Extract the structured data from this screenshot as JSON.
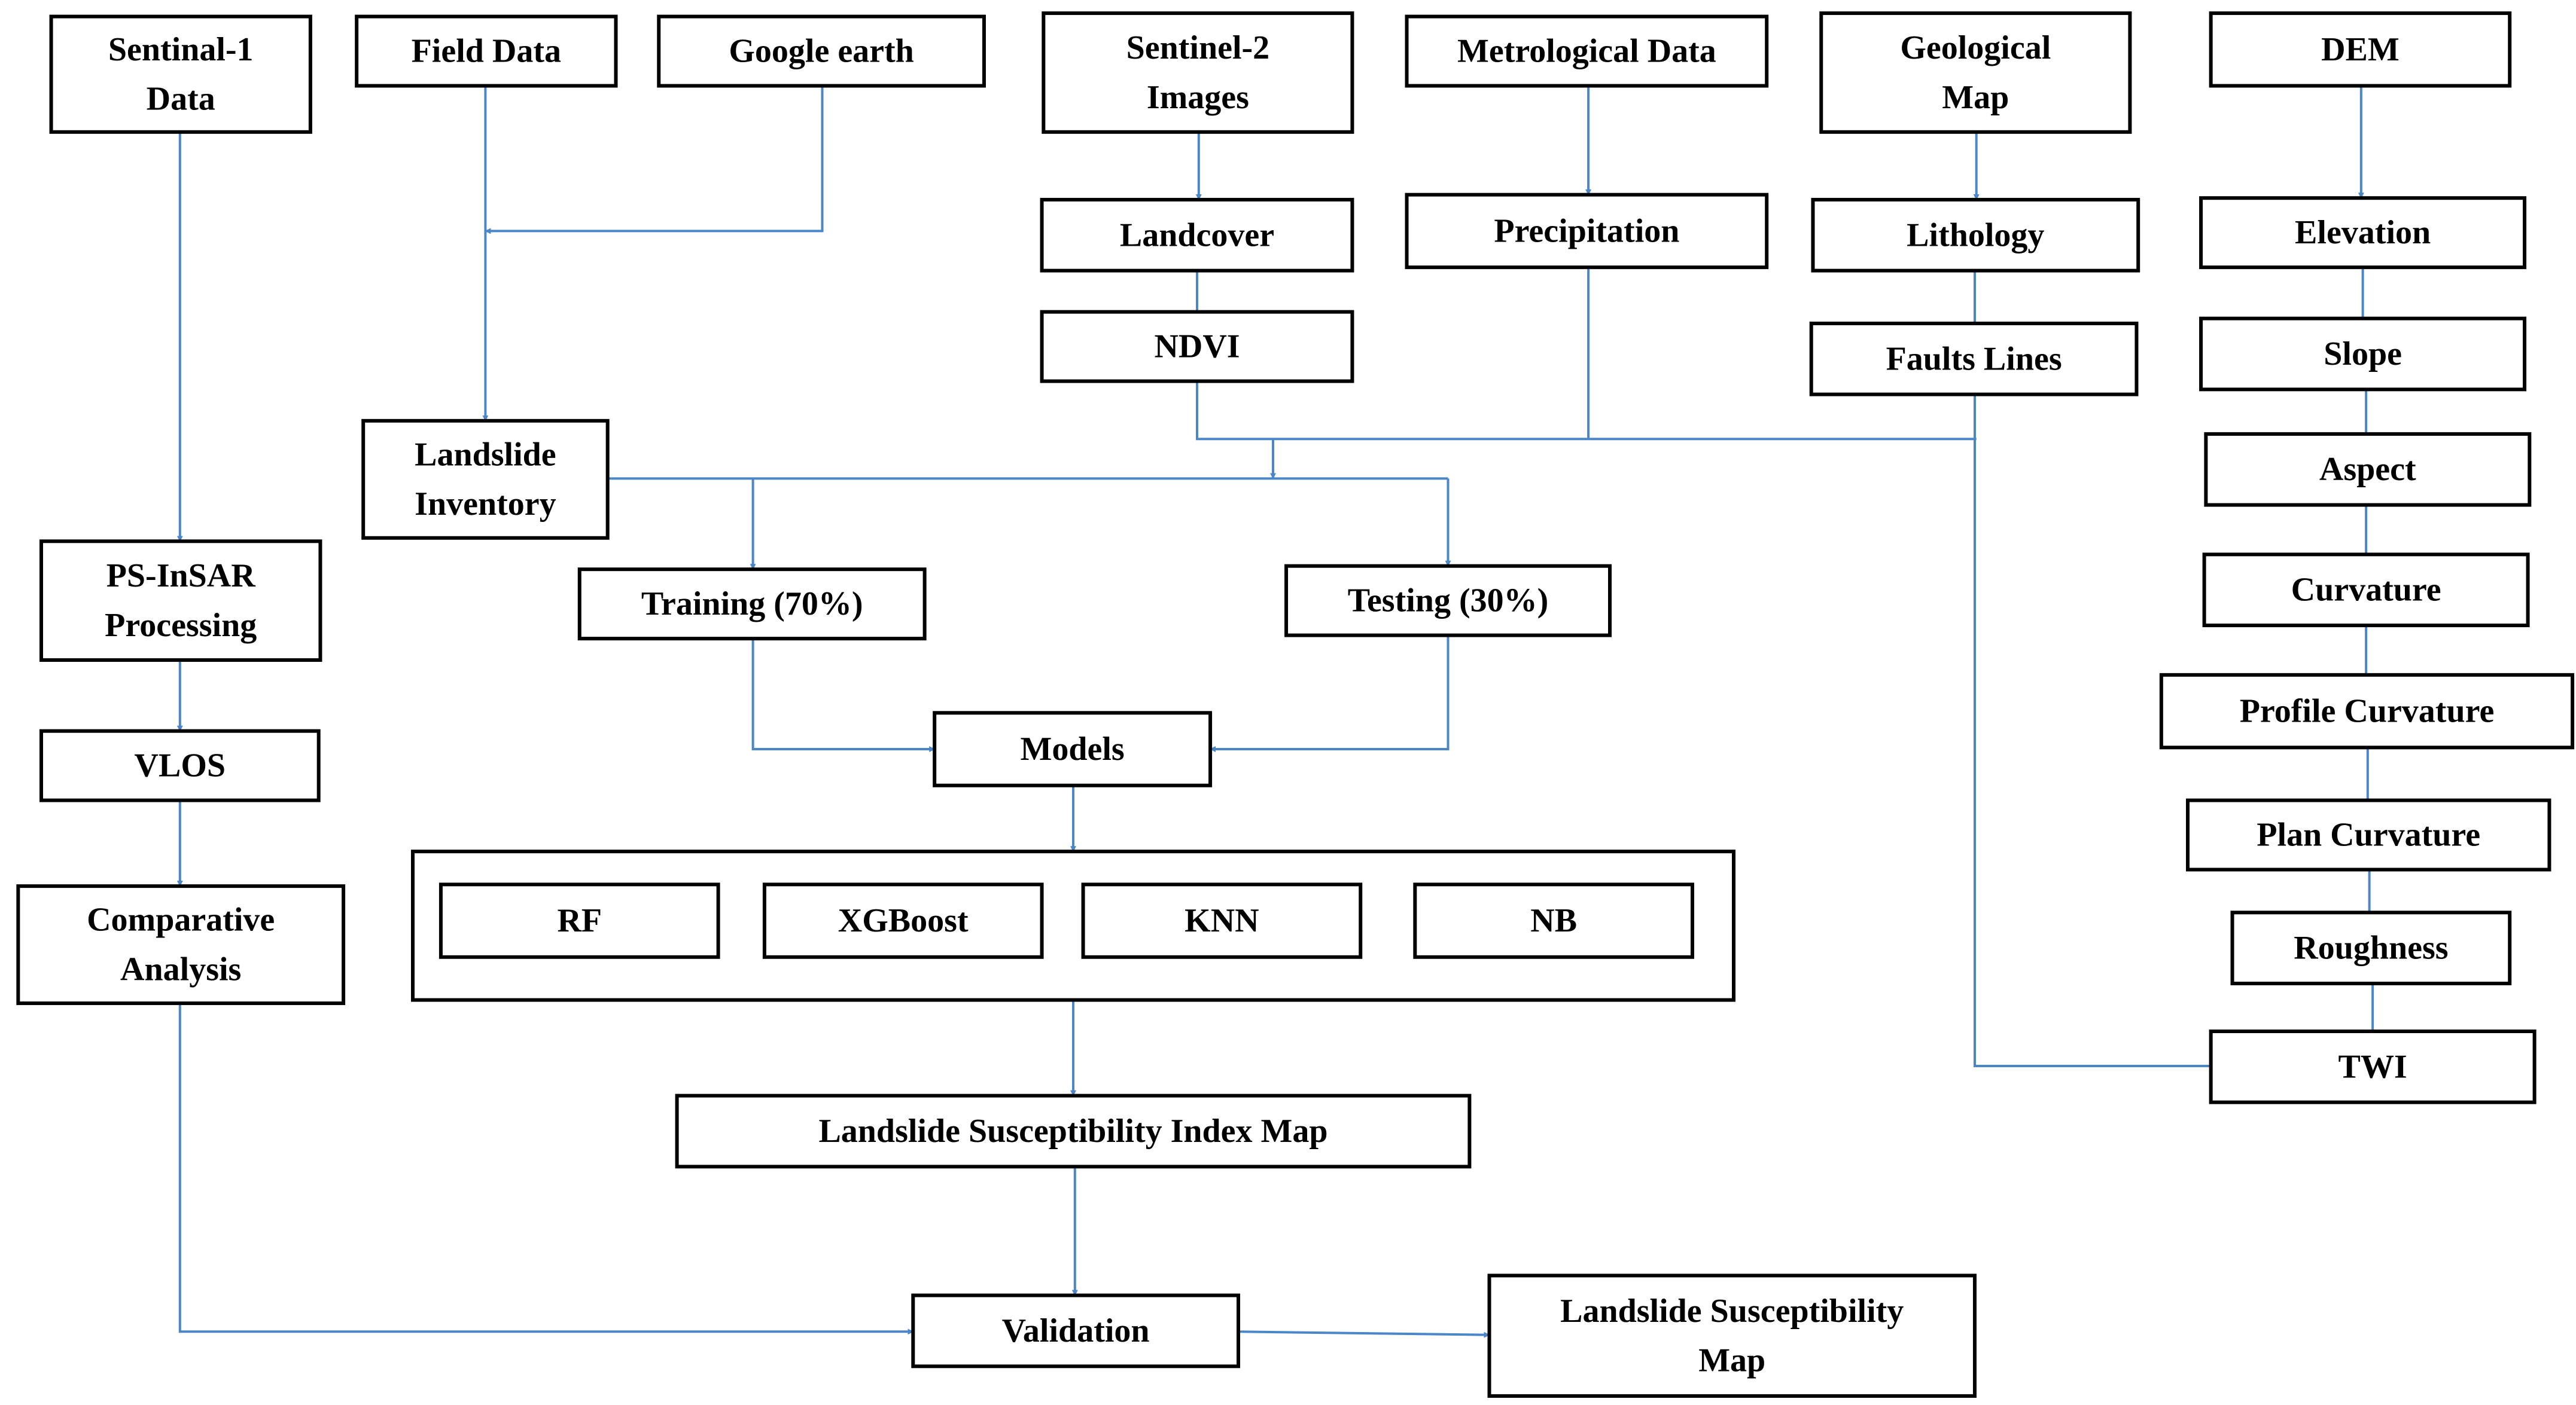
{
  "colors": {
    "connector": "#4a86c8",
    "box_border": "#000000",
    "text": "#000000",
    "background": "#ffffff"
  },
  "nodes": {
    "sentinel1": [
      "Sentinal-1",
      "Data"
    ],
    "field_data": [
      "Field Data"
    ],
    "google_earth": [
      "Google earth"
    ],
    "sentinel2": [
      "Sentinel-2",
      "Images"
    ],
    "metrological": [
      "Metrological Data"
    ],
    "geological": [
      "Geological",
      "Map"
    ],
    "dem": [
      "DEM"
    ],
    "landcover": [
      "Landcover"
    ],
    "ndvi": [
      "NDVI"
    ],
    "precipitation": [
      "Precipitation"
    ],
    "lithology": [
      "Lithology"
    ],
    "faults": [
      "Faults Lines"
    ],
    "elevation": [
      "Elevation"
    ],
    "slope": [
      "Slope"
    ],
    "aspect": [
      "Aspect"
    ],
    "curvature": [
      "Curvature"
    ],
    "profile_curvature": [
      "Profile Curvature"
    ],
    "plan_curvature": [
      "Plan Curvature"
    ],
    "roughness": [
      "Roughness"
    ],
    "twi": [
      "TWI"
    ],
    "landslide_inventory": [
      "Landslide",
      "Inventory"
    ],
    "training": [
      "Training (70%)"
    ],
    "testing": [
      "Testing (30%)"
    ],
    "models": [
      "Models"
    ],
    "rf": [
      "RF"
    ],
    "xgboost": [
      "XGBoost"
    ],
    "knn": [
      "KNN"
    ],
    "nb": [
      "NB"
    ],
    "psinsar": [
      "PS-InSAR",
      "Processing"
    ],
    "vlos": [
      "VLOS"
    ],
    "comparative": [
      "Comparative",
      "Analysis"
    ],
    "lsi_map": [
      "Landslide Susceptibility Index Map"
    ],
    "validation": [
      "Validation"
    ],
    "ls_map": [
      "Landslide Susceptibility",
      "Map"
    ]
  }
}
